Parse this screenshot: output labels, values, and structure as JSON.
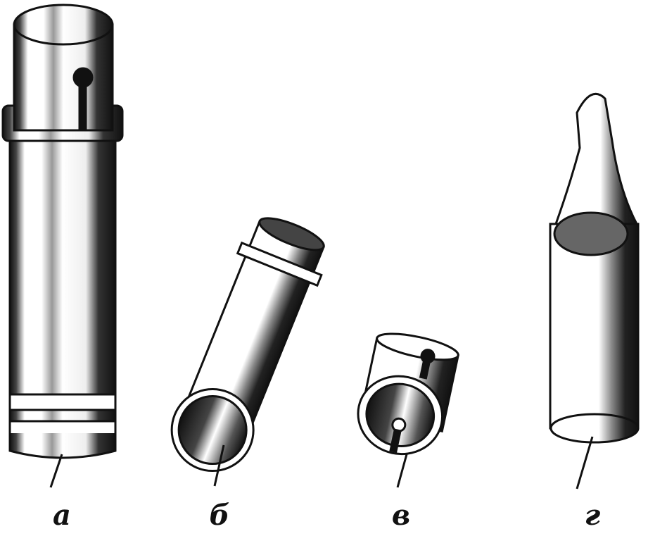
{
  "labels": {
    "a": "а",
    "b": "б",
    "v": "в",
    "g": "г"
  },
  "colors": {
    "ink": "#111111",
    "paper": "#ffffff"
  }
}
